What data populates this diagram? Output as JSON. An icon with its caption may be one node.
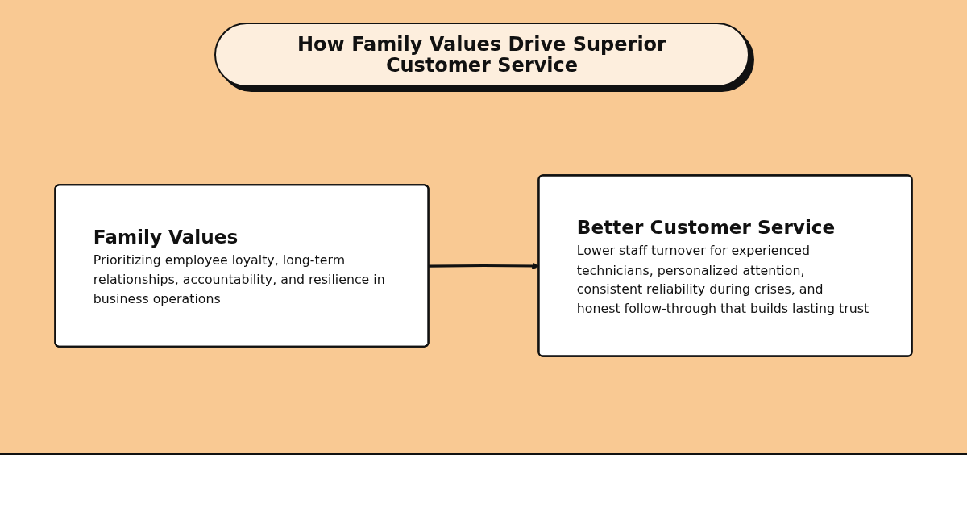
{
  "diagram": {
    "title": "How Family Values Drive Superior Customer Service",
    "nodes": [
      {
        "text": [
          "Family Values",
          "Prioritizing employee loyalty, long-term relationships, accountability, and resilience in business operations"
        ]
      },
      {
        "text": [
          "Better Customer Service",
          "Lower staff turnover for experienced technicians, personalized attention, consistent reliability during crises, and honest follow-through that builds lasting trust"
        ]
      }
    ],
    "edges": [
      {
        "from": 0,
        "to": 1,
        "arrow": "to"
      }
    ]
  }
}
